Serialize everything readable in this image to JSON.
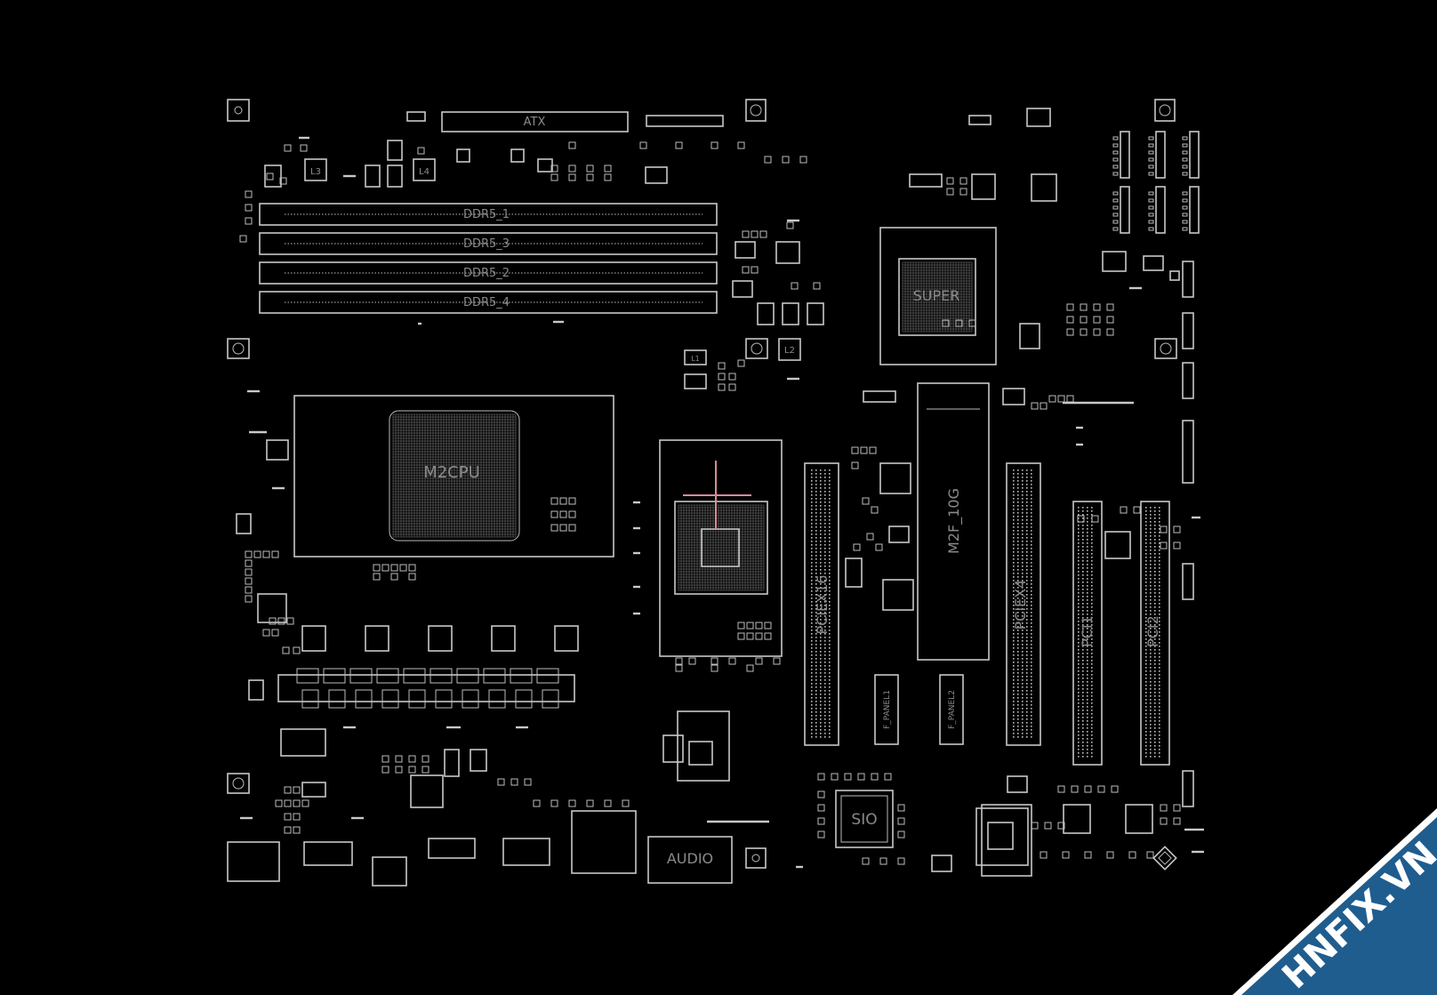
{
  "board": {
    "labels": {
      "atx": "ATX",
      "ddr_a1": "DDR5_1",
      "ddr_a2": "DDR5_3",
      "ddr_b1": "DDR5_2",
      "ddr_b2": "DDR5_4",
      "m2cpu": "M2CPU",
      "pch": "SUPER",
      "m2f": "M2F_10G",
      "pciex16": "PCIEX16",
      "pciex4": "PCIEX4",
      "pci1": "PCI1",
      "pci2": "PCI2",
      "sio": "SIO",
      "audio": "AUDIO",
      "l1": "L1",
      "l2": "L2",
      "l3": "L3",
      "l4": "L4",
      "fp1": "F_PANEL1",
      "fp2": "F_PANEL2"
    },
    "colors": {
      "background": "#000000",
      "outline": "#c8c8c8",
      "cursor": "#d98a9a"
    }
  },
  "watermark": {
    "text": "HNFIX.VN",
    "color": "#1f5d8f"
  }
}
